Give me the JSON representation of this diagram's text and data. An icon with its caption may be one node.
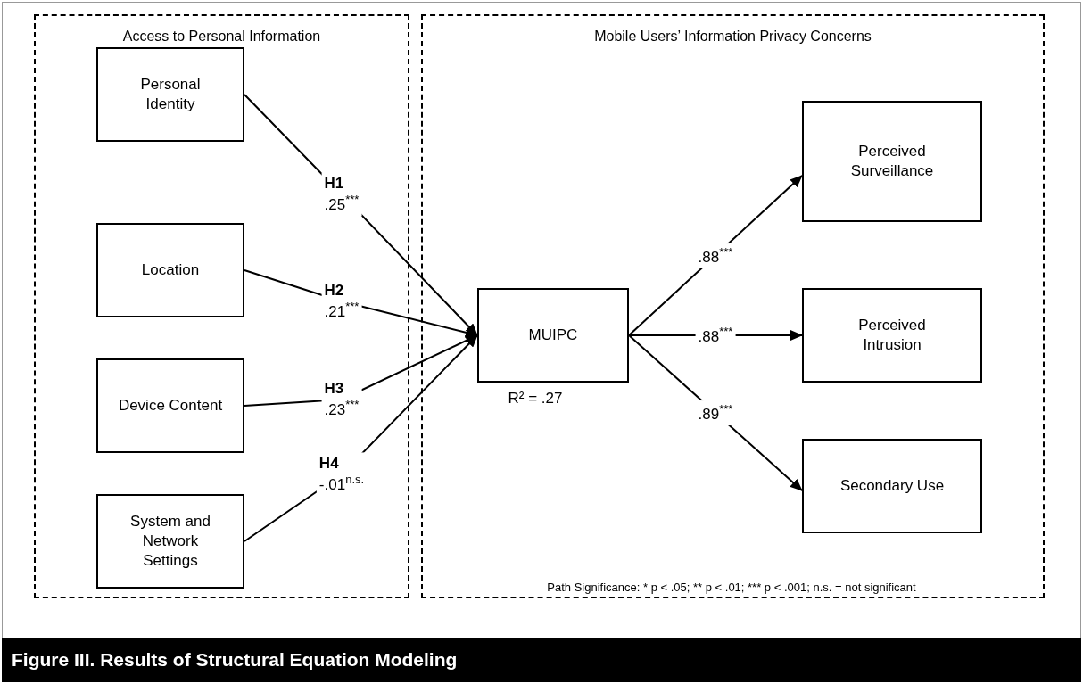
{
  "diagram": {
    "caption": "Figure III. Results of Structural Equation Modeling",
    "nodes": [
      {
        "text": [
          "Access to Personal Information"
        ]
      },
      {
        "text": [
          "Personal Identity"
        ],
        "in": 0
      },
      {
        "text": [
          "Location"
        ],
        "in": 0
      },
      {
        "text": [
          "Device Content"
        ],
        "in": 0
      },
      {
        "text": [
          "System and Network Settings"
        ],
        "in": 0
      },
      {
        "text": [
          "Mobile Users’ Information Privacy Concerns"
        ]
      },
      {
        "text": [
          "MUIPC"
        ],
        "in": 5,
        "beside": [
          "R² = .27"
        ]
      },
      {
        "text": [
          "Perceived Surveillance"
        ],
        "in": 5
      },
      {
        "text": [
          "Perceived Intrusion"
        ],
        "in": 5
      },
      {
        "text": [
          "Secondary Use"
        ],
        "in": 5
      }
    ],
    "edges": [
      {
        "from": 1,
        "to": 6,
        "arrow": "to",
        "label": "**H1** .25$^{***}$"
      },
      {
        "from": 2,
        "to": 6,
        "arrow": "to",
        "label": "**H2** .21$^{***}$"
      },
      {
        "from": 3,
        "to": 6,
        "arrow": "to",
        "label": "**H3** .23$^{***}$"
      },
      {
        "from": 4,
        "to": 6,
        "arrow": "to",
        "label": "**H4** -.01$^{n.s.}$"
      },
      {
        "from": 6,
        "to": 7,
        "arrow": "to",
        "label": ".88$^{***}$"
      },
      {
        "from": 6,
        "to": 8,
        "arrow": "to",
        "label": ".88$^{***}$"
      },
      {
        "from": 6,
        "to": 9,
        "arrow": "to",
        "label": ".89$^{***}$"
      }
    ],
    "labels": [
      "Path Significance: * p < .05; ** p < .01; *** p < .001; n.s. = not significant"
    ]
  }
}
